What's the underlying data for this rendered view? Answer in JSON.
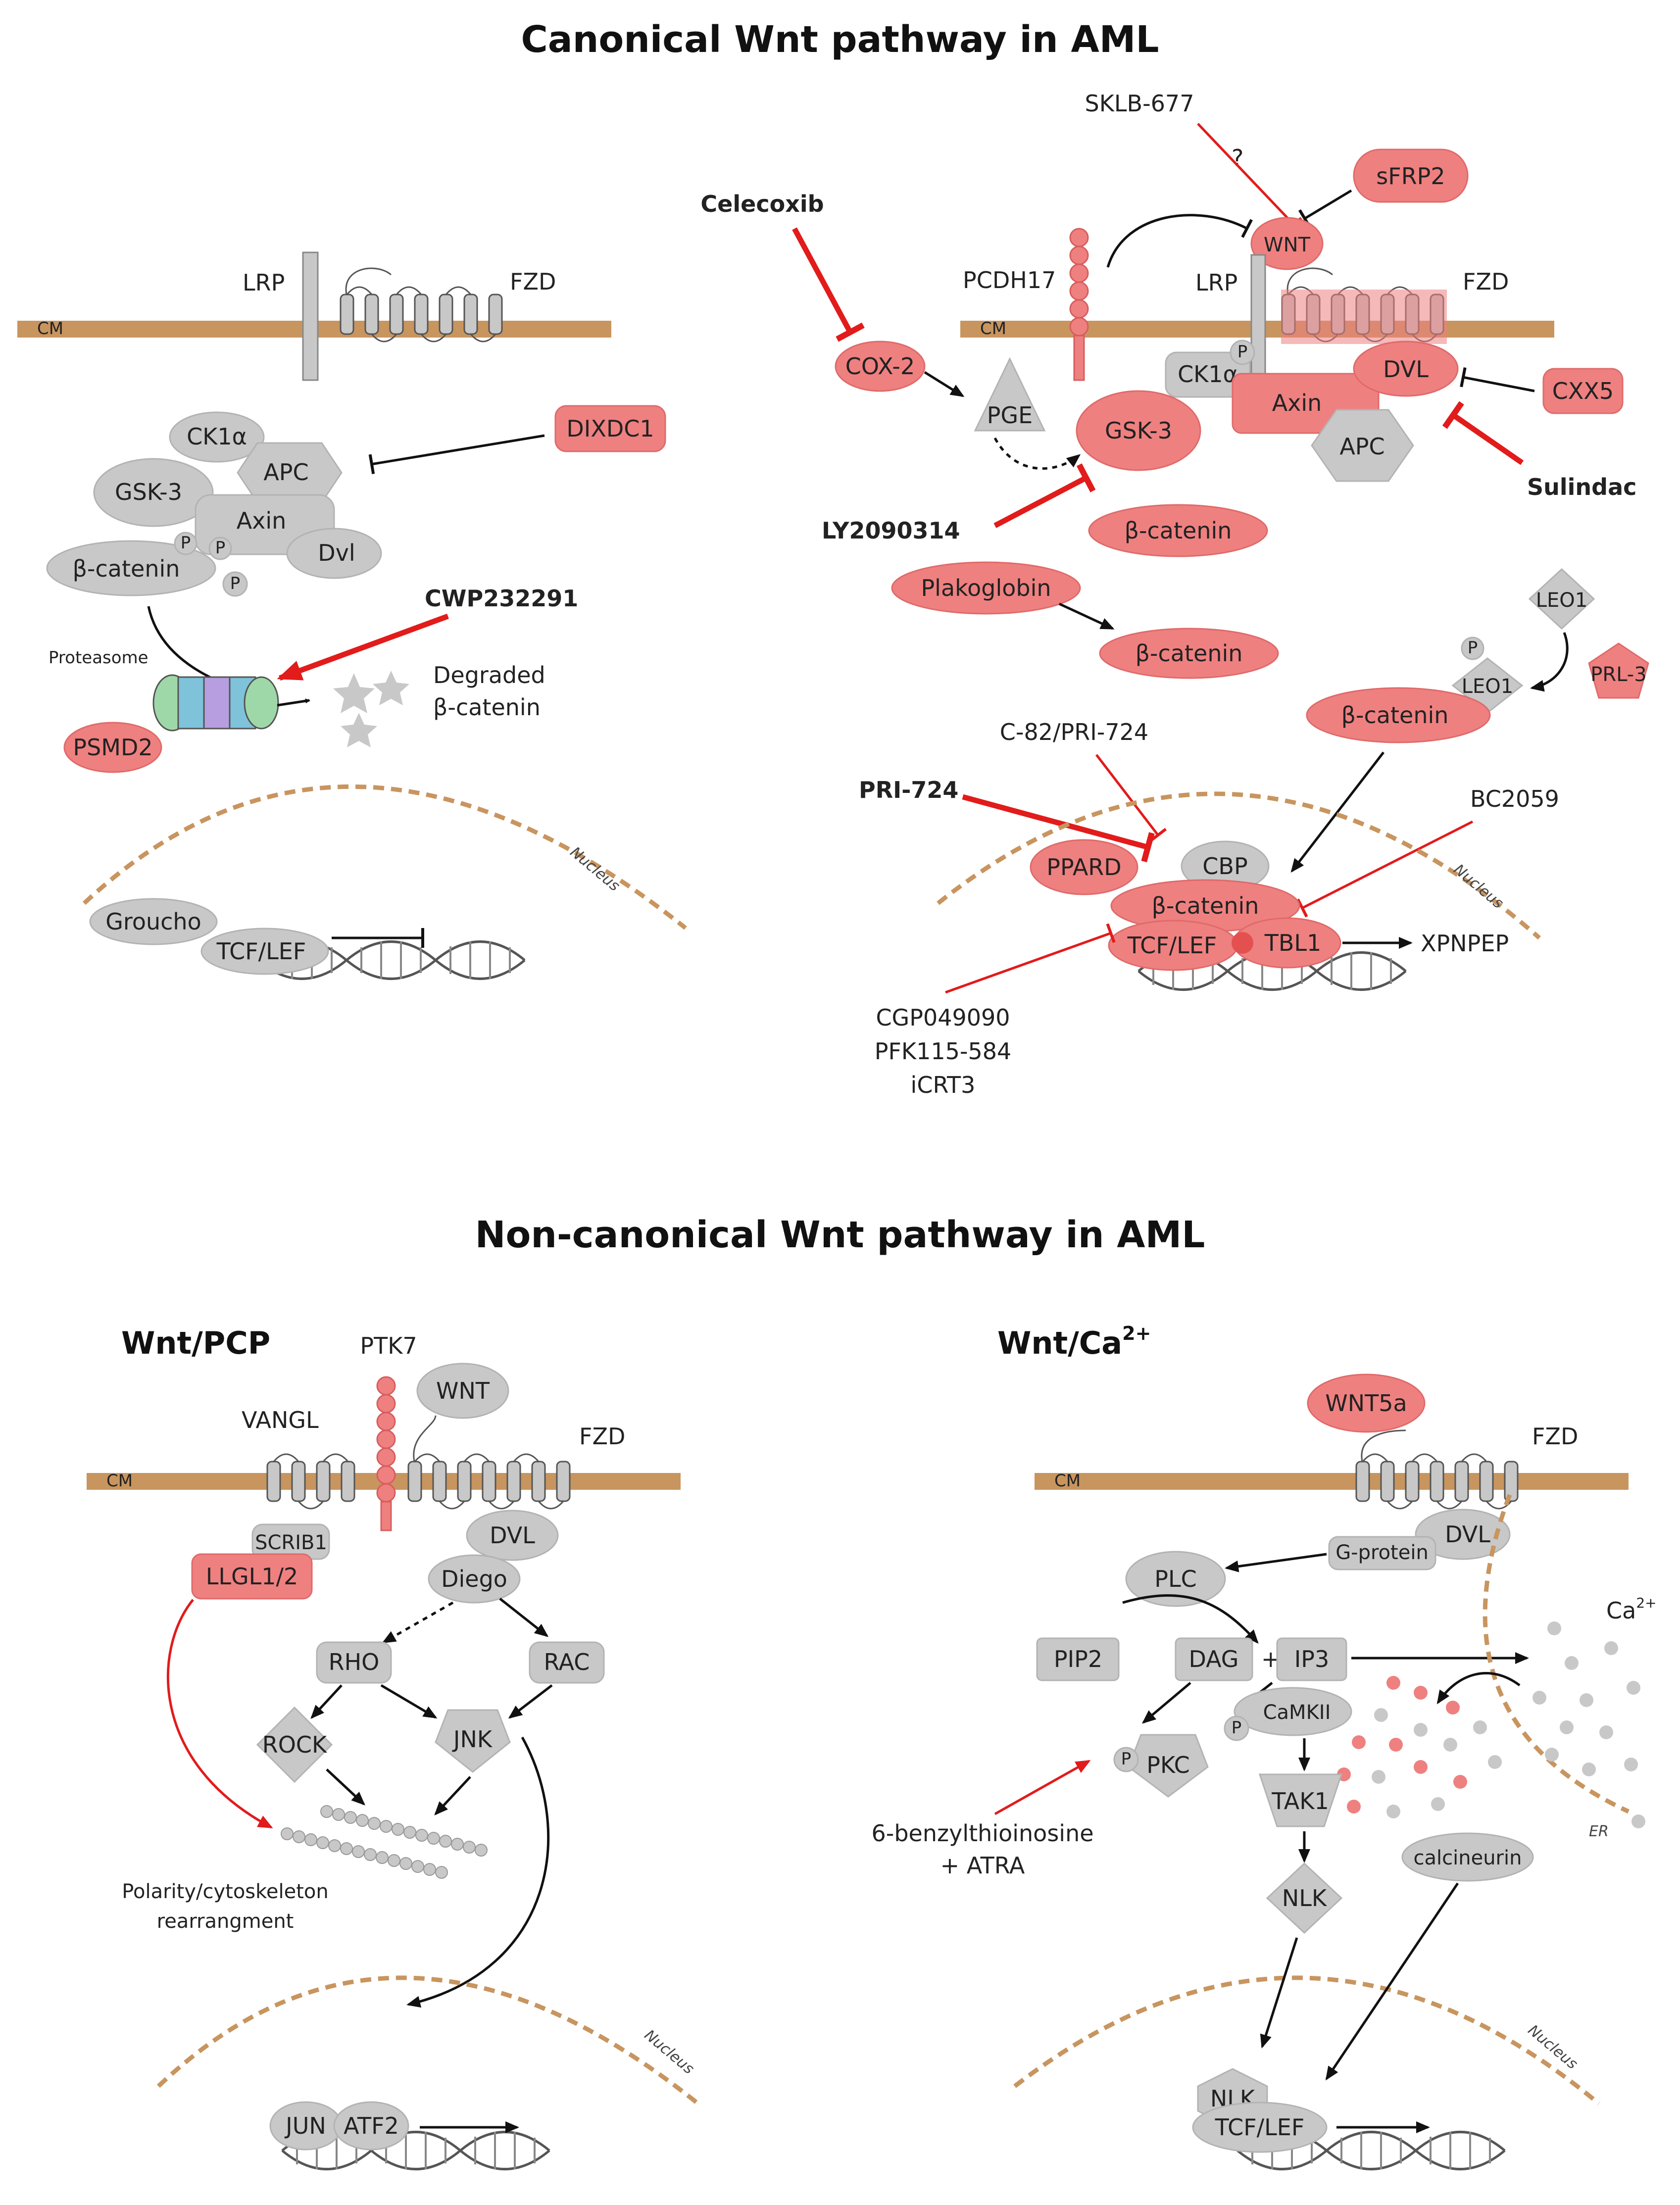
{
  "titles": {
    "canonical": "Canonical Wnt pathway in AML",
    "noncanonical": "Non-canonical Wnt pathway in AML",
    "pcp": "Wnt/PCP",
    "ca_prefix": "Wnt/Ca",
    "ca_sup": "2+"
  },
  "common": {
    "cm": "CM",
    "nucleus": "Nucleus",
    "p": "P"
  },
  "canon_left": {
    "lrp": "LRP",
    "fzd": "FZD",
    "ck1a": "CK1α",
    "apc": "APC",
    "gsk3": "GSK-3",
    "axin": "Axin",
    "dvl": "Dvl",
    "bcat": "β-catenin",
    "dixdc1": "DIXDC1",
    "cwp": "CWP232291",
    "proteasome": "Proteasome",
    "psmd2": "PSMD2",
    "degraded1": "Degraded",
    "degraded2": "β-catenin",
    "groucho": "Groucho",
    "tcflef": "TCF/LEF"
  },
  "canon_right": {
    "sklb": "SKLB-677",
    "q": "?",
    "sfrp2": "sFRP2",
    "celecoxib": "Celecoxib",
    "pcdh17": "PCDH17",
    "wnt": "WNT",
    "lrp": "LRP",
    "fzd": "FZD",
    "cox2": "COX-2",
    "pge": "PGE",
    "ck1a": "CK1α",
    "dvl": "DVL",
    "cxx5": "CXX5",
    "axin": "Axin",
    "gsk3": "GSK-3",
    "apc": "APC",
    "sulindac": "Sulindac",
    "ly": "LY2090314",
    "bcat": "β-catenin",
    "plakoglobin": "Plakoglobin",
    "leo1": "LEO1",
    "prl3": "PRL-3",
    "c82": "C-82/PRI-724",
    "pri724": "PRI-724",
    "bc2059": "BC2059",
    "ppard": "PPARD",
    "cbp": "CBP",
    "tcflef": "TCF/LEF",
    "tbl1": "TBL1",
    "xpnpep": "XPNPEP",
    "cgp1": "CGP049090",
    "cgp2": "PFK115-584",
    "cgp3": "iCRT3"
  },
  "pcp": {
    "ptk7": "PTK7",
    "wnt": "WNT",
    "vangl": "VANGL",
    "fzd": "FZD",
    "scrib1": "SCRIB1",
    "dvl": "DVL",
    "llgl": "LLGL1/2",
    "diego": "Diego",
    "rho": "RHO",
    "rac": "RAC",
    "rock": "ROCK",
    "jnk": "JNK",
    "polarity1": "Polarity/cytoskeleton",
    "polarity2": "rearrangment",
    "jun": "JUN",
    "atf2": "ATF2"
  },
  "ca": {
    "wnt5a": "WNT5a",
    "fzd": "FZD",
    "gprotein": "G-protein",
    "dvl": "DVL",
    "plc": "PLC",
    "ca_ion": "Ca",
    "ca_sup": "2+",
    "pip2": "PIP2",
    "dag": "DAG",
    "plus": "+",
    "ip3": "IP3",
    "camkii": "CaMKII",
    "pkc": "PKC",
    "drug1": "6-benzylthioinosine",
    "drug2": "+ ATRA",
    "tak1": "TAK1",
    "er": "ER",
    "calcineurin": "calcineurin",
    "nlk": "NLK",
    "tcflef": "TCF/LEF"
  },
  "colors": {
    "gray": "#c8c8c8",
    "red": "#ef8080",
    "membrane": "#c8955f",
    "inhibitor": "#e21b1b"
  }
}
